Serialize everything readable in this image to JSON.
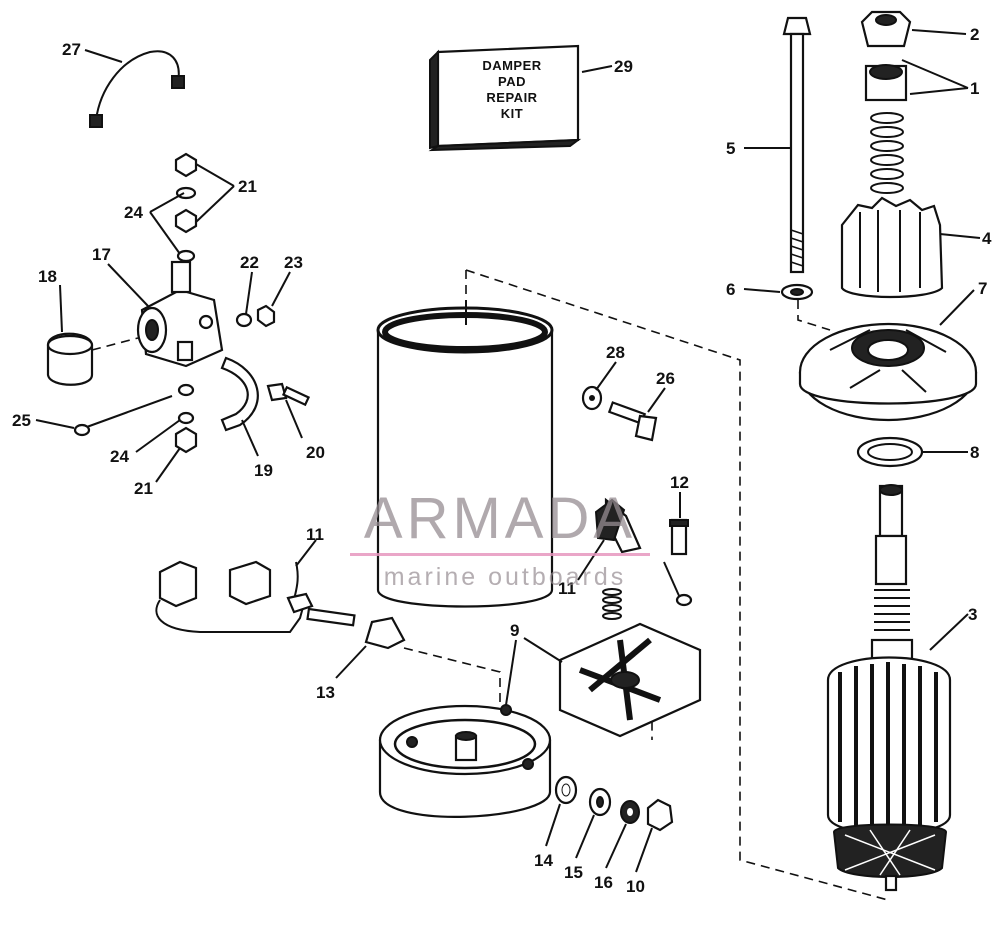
{
  "diagram": {
    "kit_label": [
      "DAMPER",
      "PAD",
      "REPAIR",
      "KIT"
    ],
    "callouts": [
      {
        "id": "c27",
        "text": "27"
      },
      {
        "id": "c29",
        "text": "29"
      },
      {
        "id": "c2",
        "text": "2"
      },
      {
        "id": "c1",
        "text": "1"
      },
      {
        "id": "c5",
        "text": "5"
      },
      {
        "id": "c4",
        "text": "4"
      },
      {
        "id": "c21a",
        "text": "21"
      },
      {
        "id": "c24a",
        "text": "24"
      },
      {
        "id": "c18",
        "text": "18"
      },
      {
        "id": "c17",
        "text": "17"
      },
      {
        "id": "c22",
        "text": "22"
      },
      {
        "id": "c23",
        "text": "23"
      },
      {
        "id": "c6",
        "text": "6"
      },
      {
        "id": "c7",
        "text": "7"
      },
      {
        "id": "c28",
        "text": "28"
      },
      {
        "id": "c26",
        "text": "26"
      },
      {
        "id": "c25",
        "text": "25"
      },
      {
        "id": "c20",
        "text": "20"
      },
      {
        "id": "c24b",
        "text": "24"
      },
      {
        "id": "c19",
        "text": "19"
      },
      {
        "id": "c21b",
        "text": "21"
      },
      {
        "id": "c8",
        "text": "8"
      },
      {
        "id": "c12",
        "text": "12"
      },
      {
        "id": "c11a",
        "text": "11"
      },
      {
        "id": "c11b",
        "text": "11"
      },
      {
        "id": "c3",
        "text": "3"
      },
      {
        "id": "c9",
        "text": "9"
      },
      {
        "id": "c13",
        "text": "13"
      },
      {
        "id": "c14",
        "text": "14"
      },
      {
        "id": "c15",
        "text": "15"
      },
      {
        "id": "c16",
        "text": "16"
      },
      {
        "id": "c10",
        "text": "10"
      }
    ]
  },
  "watermark": {
    "brand": "ARMADA",
    "tagline": "marine outboards",
    "accent_color": "#e58fbf",
    "text_color": "#968c91"
  }
}
